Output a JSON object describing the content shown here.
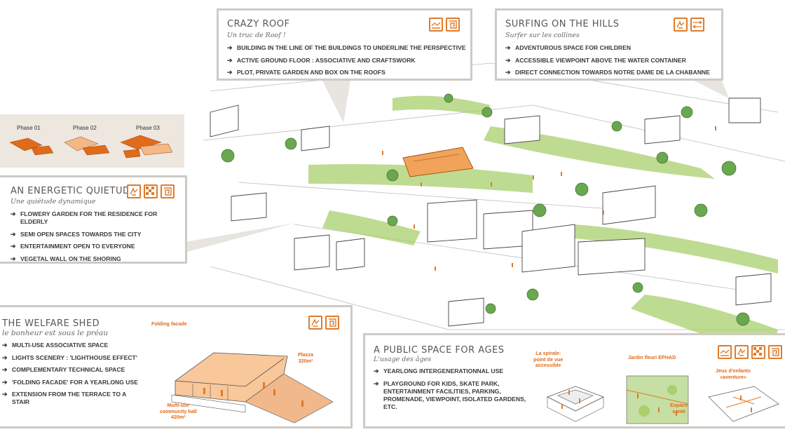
{
  "panels": {
    "crazy_roof": {
      "title": "CRAZY ROOF",
      "subtitle": "Un truc de Roof !",
      "items": [
        "BUILDING IN THE LINE OF THE BUILDINGS TO UNDERLINE THE PERSPECTIVE",
        "ACTIVE GROUND FLOOR : ASSOCIATIVE AND CRAFTSWORK",
        "PLOT, PRIVATE GARDEN AND BOX ON THE ROOFS"
      ],
      "icons": [
        "landscape-icon",
        "spiral-icon"
      ]
    },
    "surfing": {
      "title": "SURFING ON THE HILLS",
      "subtitle": "Surfer sur les collines",
      "items": [
        "ADVENTUROUS SPACE FOR CHILDREN",
        "ACCESSIBLE VIEWPOINT ABOVE THE WATER CONTAINER",
        "DIRECT CONNECTION TOWARDS NOTRE DAME DE LA CHABANNE"
      ],
      "icons": [
        "people-icon",
        "arrows-icon"
      ]
    },
    "energetic": {
      "title": "AN ENERGETIC QUIETUDE",
      "subtitle": "Une quiétude dynamique",
      "items": [
        "FLOWERY GARDEN FOR THE RESIDENCE FOR ELDERLY",
        "SEMI OPEN SPACES TOWARDS THE CITY",
        "ENTERTAINMENT OPEN TO EVERYONE",
        "VEGETAL WALL ON THE SHORING"
      ],
      "icons": [
        "people-icon",
        "checker-icon",
        "spiral-icon"
      ]
    },
    "welfare": {
      "title": "THE WELFARE SHED",
      "subtitle": "le bonheur est sous le préau",
      "items": [
        "MULTI-USE ASSOCIATIVE SPACE",
        "LIGHTS SCENERY : 'LIGHTHOUSE EFFECT'",
        "COMPLEMENTARY TECHNICAL SPACE",
        "'FOLDING FACADE' FOR A YEARLONG USE",
        " EXTENSION FROM THE TERRACE TO A STAIR"
      ],
      "icons": [
        "people-icon",
        "spiral-icon"
      ],
      "annotations": {
        "folding": "Folding facade",
        "plazza": "Plazza\n320m²",
        "hall": "Multi-use\ncommunity hall\n420m²"
      }
    },
    "public": {
      "title": "A PUBLIC SPACE FOR AGES",
      "subtitle": "L'usage des âges",
      "items": [
        "YEARLONG INTERGENERATIONNAL USE",
        "PLAYGROUND FOR KIDS, SKATE PARK, ENTERTAINMENT FACILITIES, PARKING, PROMENADE, VIEWPOINT, ISOLATED GARDENS, ETC."
      ],
      "icons": [
        "landscape-icon",
        "people-icon",
        "checker-icon",
        "spiral-icon"
      ],
      "annotations": {
        "spirale": "La spirale:\npoint de vue\naccessible",
        "jardin": "Jardin fleuri EPHAD",
        "jeux": "Jeux d'enfants\n«aventure»",
        "espace": "Espace\nsanté"
      }
    }
  },
  "phases": [
    "Phase 01",
    "Phase 02",
    "Phase 03"
  ],
  "colors": {
    "accent": "#e07b2a",
    "border": "#cfcac5",
    "text": "#3b3836",
    "green": "#8cc152"
  }
}
